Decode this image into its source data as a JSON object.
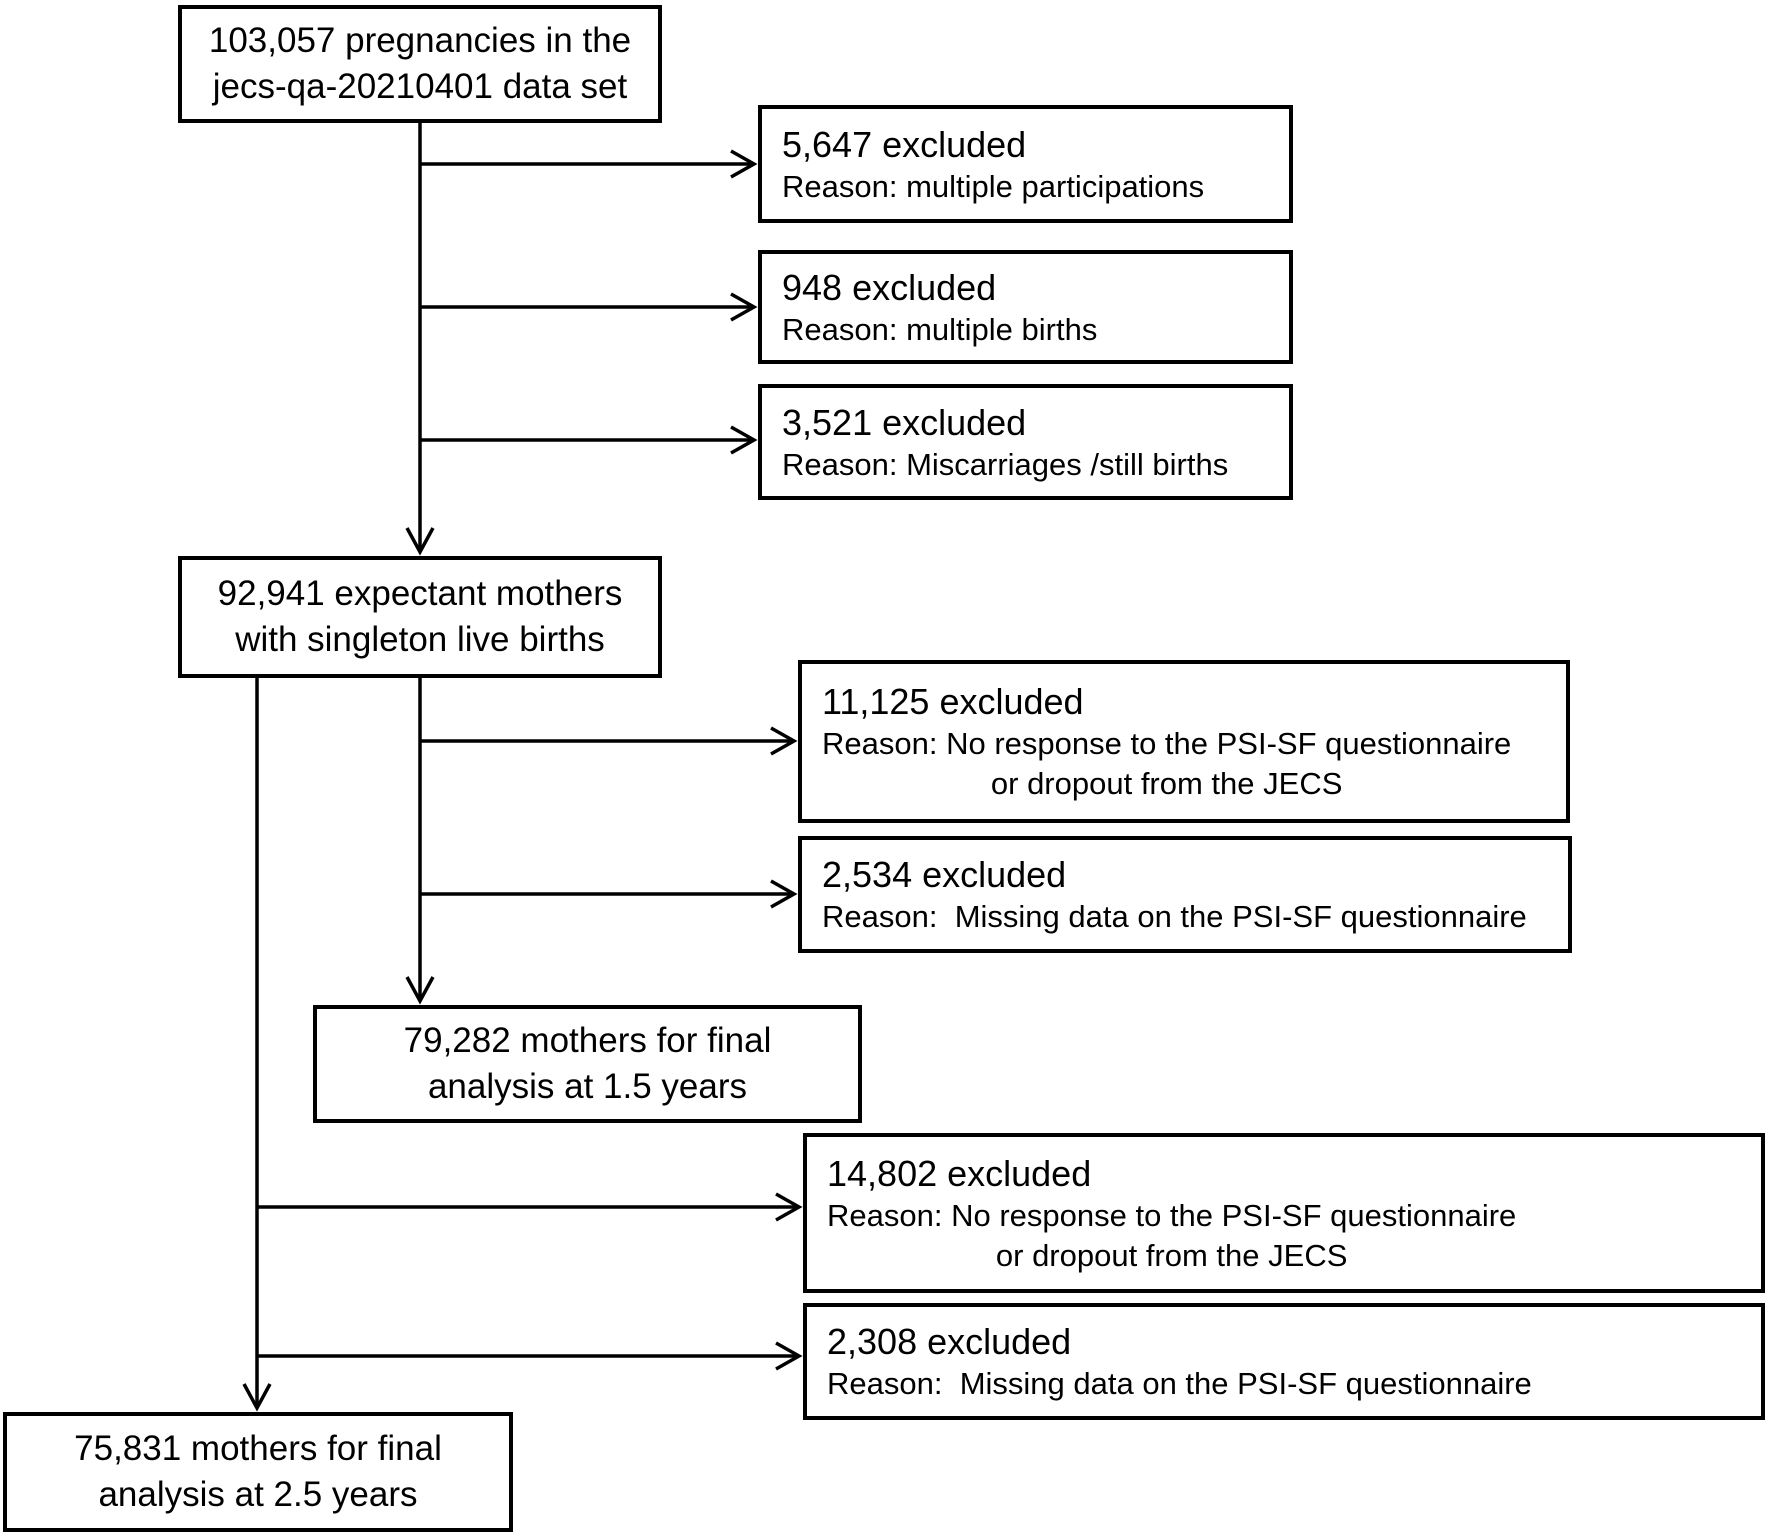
{
  "diagram": {
    "nodes": [
      {
        "name": "pregnancies",
        "line1": "103,057 pregnancies in the",
        "line2": "jecs-qa-20210401 data set"
      },
      {
        "name": "singleton_live_births",
        "line1": "92,941 expectant mothers",
        "line2": "with singleton live births"
      },
      {
        "name": "final_analysis_1_5_years",
        "line1": "79,282 mothers for final",
        "line2": "analysis at 1.5 years"
      },
      {
        "name": "final_analysis_2_5_years",
        "line1": "75,831 mothers for final",
        "line2": "analysis at 2.5 years"
      }
    ],
    "exclusions": [
      {
        "count": "5,647 excluded",
        "reason": "Reason: multiple participations"
      },
      {
        "count": "948 excluded",
        "reason": "Reason: multiple births"
      },
      {
        "count": "3,521 excluded",
        "reason": "Reason: Miscarriages /still births"
      },
      {
        "count": "11,125 excluded",
        "reason": "Reason: No response to the PSI-SF questionnaire",
        "reason_continued": "or dropout from the JECS"
      },
      {
        "count": "2,534 excluded",
        "reason": "Reason:  Missing data on the PSI-SF questionnaire"
      },
      {
        "count": "14,802 excluded",
        "reason": "Reason: No response to the PSI-SF questionnaire",
        "reason_continued": "or dropout from the JECS"
      },
      {
        "count": "2,308 excluded",
        "reason": "Reason:  Missing data on the PSI-SF questionnaire"
      }
    ],
    "colors": {
      "line": "#000000",
      "text": "#000000",
      "box_background": "#ffffff",
      "page_background": "#ffffff"
    }
  }
}
